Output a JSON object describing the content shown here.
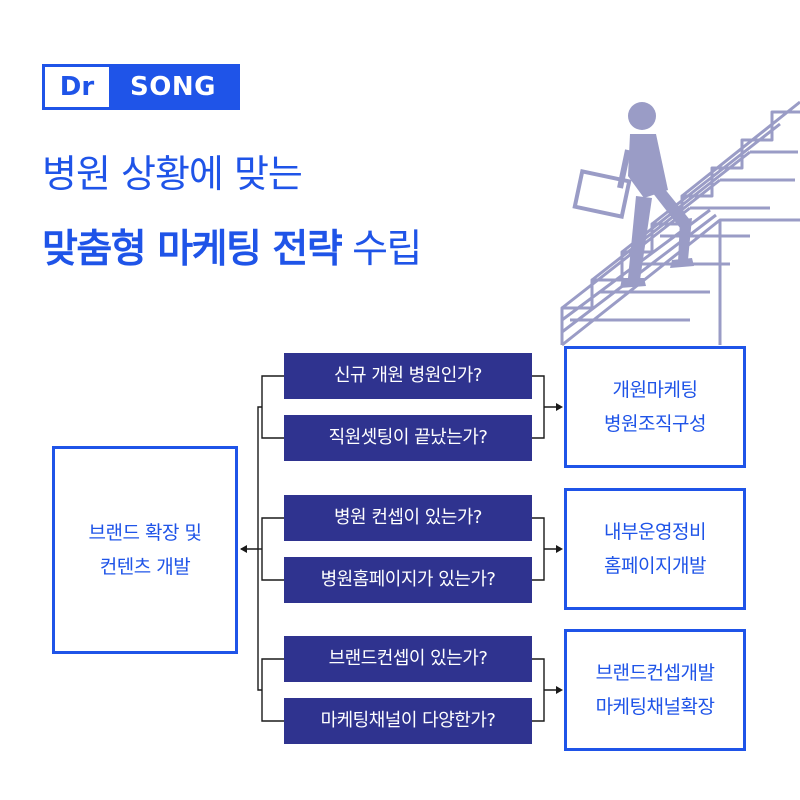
{
  "logo": {
    "part1": "Dr",
    "part2": "SONG"
  },
  "headline": {
    "line1": "병원 상황에 맞는",
    "line2_bold": "맞춤형 마케팅 전략",
    "line2_regular": " 수립"
  },
  "left_box": {
    "line1": "브랜드 확장 및",
    "line2": "컨텐츠 개발"
  },
  "groups": [
    {
      "questions": [
        "신규 개원 병원인가?",
        "직원셋팅이 끝났는가?"
      ],
      "answer": [
        "개원마케팅",
        "병원조직구성"
      ]
    },
    {
      "questions": [
        "병원 컨셉이 있는가?",
        "병원홈페이지가 있는가?"
      ],
      "answer": [
        "내부운영정비",
        "홈페이지개발"
      ]
    },
    {
      "questions": [
        "브랜드컨셉이 있는가?",
        "마케팅채널이 다양한가?"
      ],
      "answer": [
        "브랜드컨셉개발",
        "마케팅채널확장"
      ]
    }
  ],
  "colors": {
    "blue": "#1f54e8",
    "navy": "#2f338f",
    "illustration": "#9a9cc6"
  },
  "illustration": {
    "icon": "person-climbing-stairs-illustration"
  }
}
